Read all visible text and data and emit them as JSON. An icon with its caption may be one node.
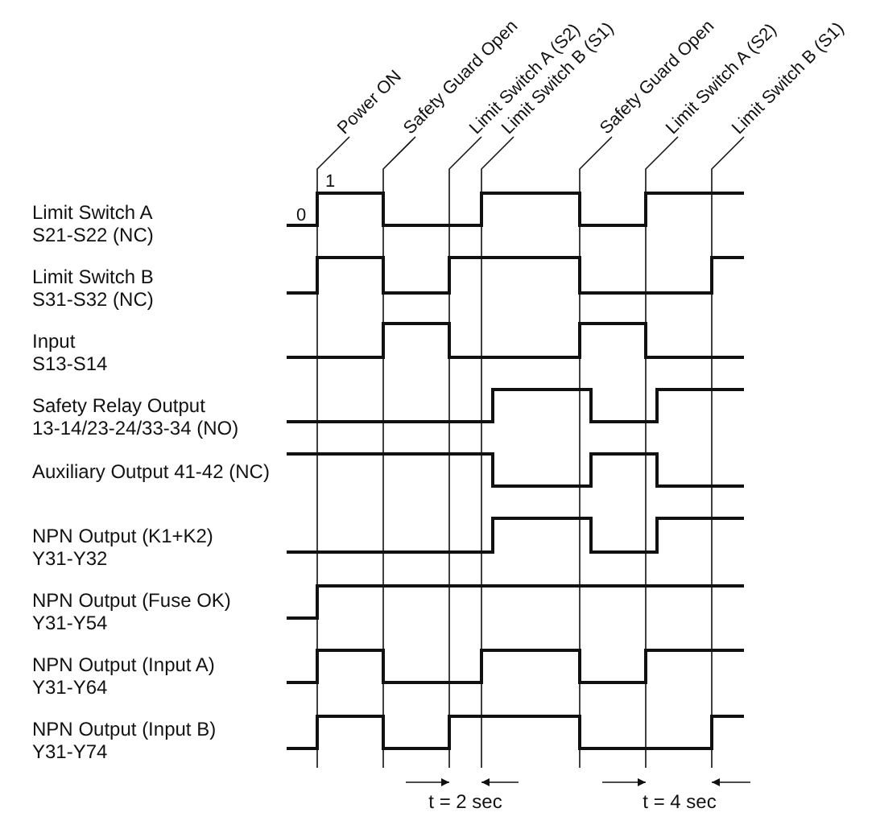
{
  "diagram": {
    "labels": [
      "Power ON",
      "Safety Guard Open",
      "Limit Switch A (S2)",
      "Limit Switch B (S1)",
      "Safety Guard Open",
      "Limit Switch A (S2)",
      "Limit Switch B (S1)",
      "1",
      "0",
      "Limit Switch A S21-S22 (NC)",
      "Limit Switch B S31-S32 (NC)",
      "Input S13-S14",
      "Safety Relay Output 13-14/23-24/33-34 (NO)",
      "Auxiliary Output 41-42 (NC)",
      "NPN Output (K1+K2) Y31-Y32",
      "NPN Output (Fuse OK) Y31-Y54",
      "NPN Output (Input A) Y31-Y64",
      "NPN Output (Input B) Y31-Y74",
      "t = 2 sec",
      "t = 4 sec"
    ]
  }
}
